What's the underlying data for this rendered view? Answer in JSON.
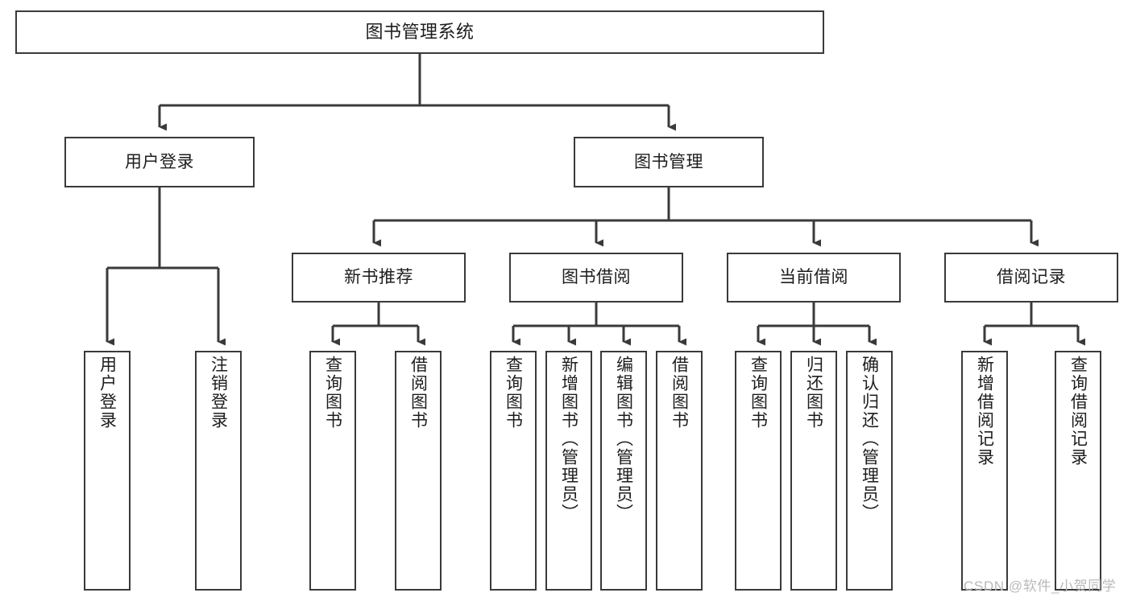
{
  "diagram": {
    "title": "图书管理系统",
    "type": "tree-hierarchy-diagram",
    "colors": {
      "box_border": "#3a3a3a",
      "box_fill": "#ffffff",
      "connector": "#3a3a3a",
      "text": "#1d1d1d",
      "watermark": "#b9b9b9",
      "background": "#ffffff"
    },
    "nodes": {
      "root": {
        "label": "图书管理系统"
      },
      "level1": [
        {
          "id": "user-login",
          "label": "用户登录"
        },
        {
          "id": "book-management",
          "label": "图书管理"
        }
      ],
      "level2": [
        {
          "id": "new-book-recommend",
          "label": "新书推荐"
        },
        {
          "id": "book-borrow",
          "label": "图书借阅"
        },
        {
          "id": "current-borrow",
          "label": "当前借阅"
        },
        {
          "id": "borrow-record",
          "label": "借阅记录"
        }
      ],
      "leaves": {
        "user-login": [
          {
            "id": "leaf-user-login",
            "label": "用户登录"
          },
          {
            "id": "leaf-logout-login",
            "label": "注销登录"
          }
        ],
        "new-book-recommend": [
          {
            "id": "leaf-query-book-1",
            "label": "查询图书"
          },
          {
            "id": "leaf-borrow-book-1",
            "label": "借阅图书"
          }
        ],
        "book-borrow": [
          {
            "id": "leaf-query-book-2",
            "label": "查询图书"
          },
          {
            "id": "leaf-add-book",
            "label": "新增图书（管理员）"
          },
          {
            "id": "leaf-edit-book",
            "label": "编辑图书（管理员）"
          },
          {
            "id": "leaf-borrow-book-2",
            "label": "借阅图书"
          }
        ],
        "current-borrow": [
          {
            "id": "leaf-query-book-3",
            "label": "查询图书"
          },
          {
            "id": "leaf-return-book",
            "label": "归还图书"
          },
          {
            "id": "leaf-confirm-return",
            "label": "确认归还（管理员）"
          }
        ],
        "borrow-record": [
          {
            "id": "leaf-add-record",
            "label": "新增借阅记录"
          },
          {
            "id": "leaf-query-record",
            "label": "查询借阅记录"
          }
        ]
      }
    },
    "watermark": "CSDN @软件_小贺同学"
  }
}
